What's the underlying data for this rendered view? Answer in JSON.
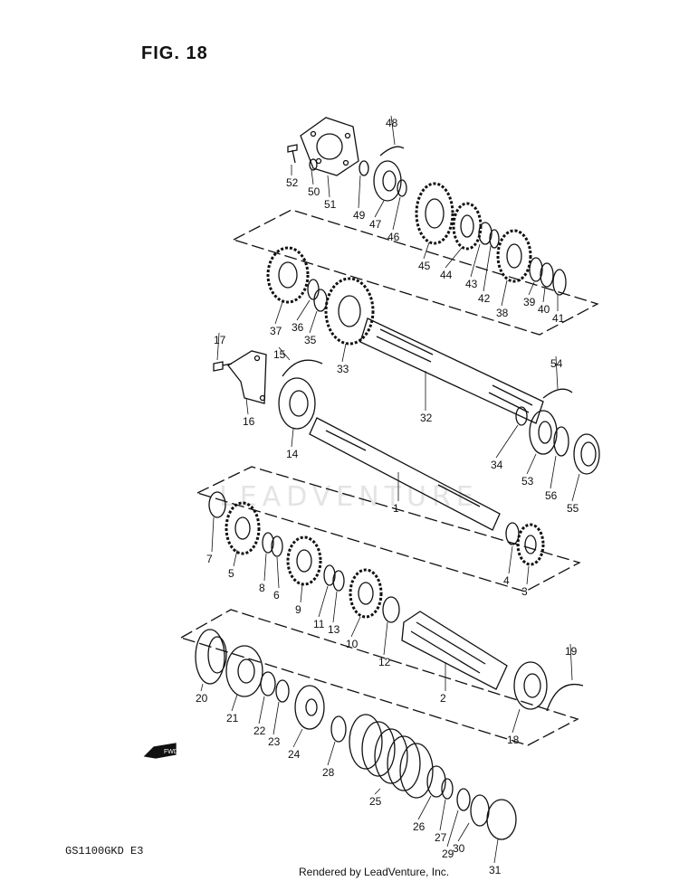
{
  "figure_title": "FIG. 18",
  "model_code": "GS1100GKD E3",
  "watermark": "LEADVENTURE",
  "footer": "Rendered by LeadVenture, Inc.",
  "fwd_label": "FWD",
  "part_labels": [
    "1",
    "2",
    "3",
    "4",
    "5",
    "6",
    "7",
    "8",
    "9",
    "10",
    "11",
    "12",
    "13",
    "14",
    "15",
    "16",
    "17",
    "18",
    "19",
    "20",
    "21",
    "22",
    "23",
    "24",
    "25",
    "26",
    "27",
    "28",
    "29",
    "30",
    "31",
    "32",
    "33",
    "34",
    "35",
    "36",
    "37",
    "38",
    "39",
    "40",
    "41",
    "42",
    "43",
    "44",
    "45",
    "46",
    "47",
    "48",
    "49",
    "50",
    "51",
    "52",
    "53",
    "54",
    "55",
    "56"
  ]
}
